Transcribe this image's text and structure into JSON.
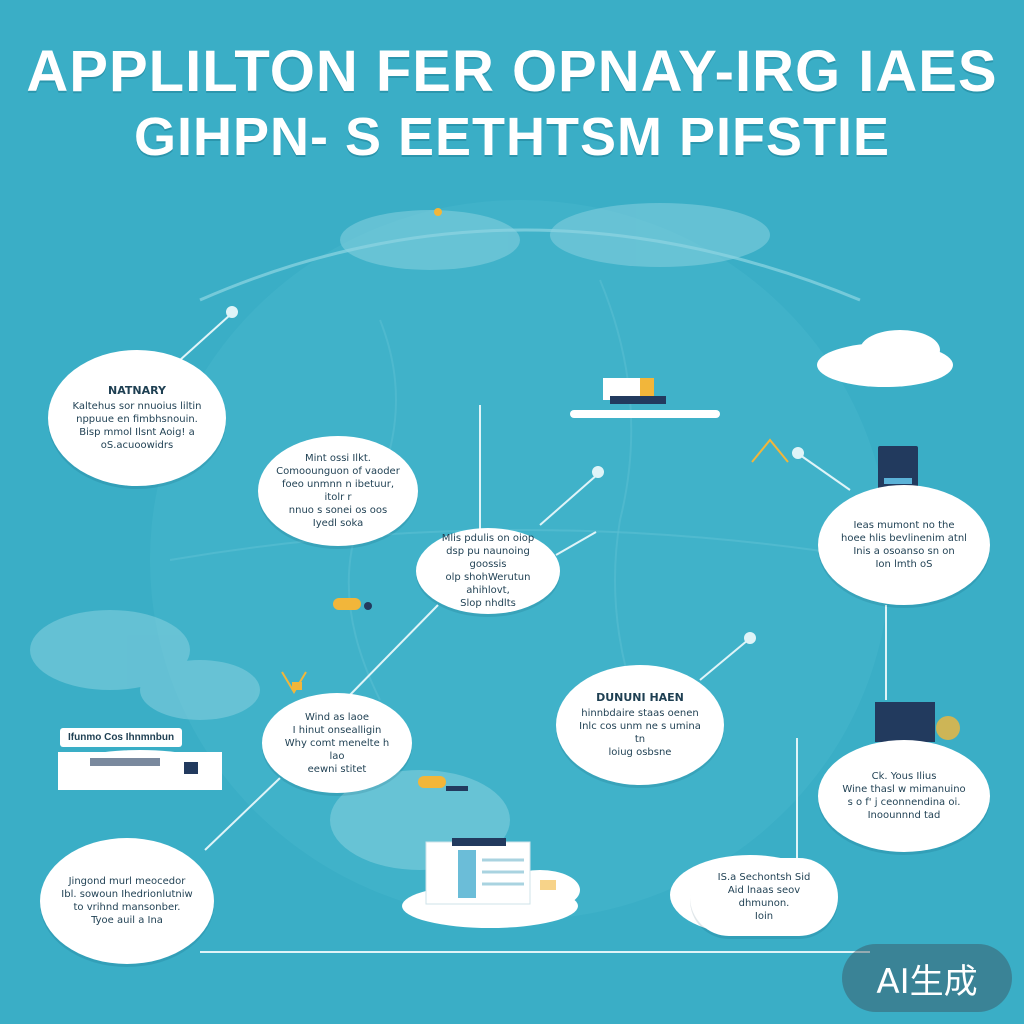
{
  "header": {
    "title_line1": "APPLILTON FER OPNAY-IRG IAES",
    "title_line2": "GIHPN- S EETHTSM PIFSTIE"
  },
  "bubbles": [
    {
      "title": "NATNARY",
      "lines": [
        "Kaltehus sor nnuoius liltin",
        "nppuue en fimbhsnouin.",
        "Bisp mmol Ilsnt Aoig! a",
        "oS.acuoowidrs"
      ]
    },
    {
      "title": "",
      "lines": [
        "Mint ossi Ilkt.",
        "Comoounguon of vaoder",
        "foeo unmnn n ibetuur, itolr r",
        "nnuo s sonei os oos",
        "Iyedl soka"
      ]
    },
    {
      "title": "",
      "lines": [
        "Mlis pdulis on oiop",
        "dsp pu naunoing goossis",
        "olp shohWerutun",
        "ahihlovt,",
        "Slop nhdlts"
      ]
    },
    {
      "title": "",
      "lines": [
        "Ieas mumont no the",
        "hoee hlis bevlinenim atnl",
        "Inis a osoanso sn on",
        "Ion lmth oS"
      ]
    },
    {
      "title": "",
      "lines": [
        "Wind as laoe",
        "I hinut onsealligin",
        "Why comt menelte h lao",
        "eewni stitet"
      ]
    },
    {
      "title": "DUNUNI HAEN",
      "lines": [
        "hinnbdaire staas oenen",
        "Inlc cos unm ne s umina tn",
        "loiug osbsne"
      ]
    },
    {
      "title": "",
      "lines": [
        "Ck. Yous Ilius",
        "Wine thasl w mimanuino",
        "s o f' j ceonnendina oi.",
        "Inoounnnd tad"
      ]
    },
    {
      "title": "",
      "lines": [
        "Jingond murl meocedor",
        "Ibl. sowoun Ihedrionlutniw",
        "to vrihnd mansonber.",
        "Tyoe auil a Ina"
      ]
    },
    {
      "title": "",
      "lines": [
        "IS.a Sechontsh Sid",
        "Aid lnaas seov dhmunon.",
        "Ioin"
      ]
    }
  ],
  "labels": {
    "left_box": "Ifunmo Cos Ihnmnbun"
  },
  "watermark": "AI生成",
  "colors": {
    "background": "#3aaec6",
    "bubble": "#ffffff",
    "text_dark": "#1e3f52",
    "accent_yellow": "#f2b63a",
    "device_navy": "#223a5e"
  }
}
